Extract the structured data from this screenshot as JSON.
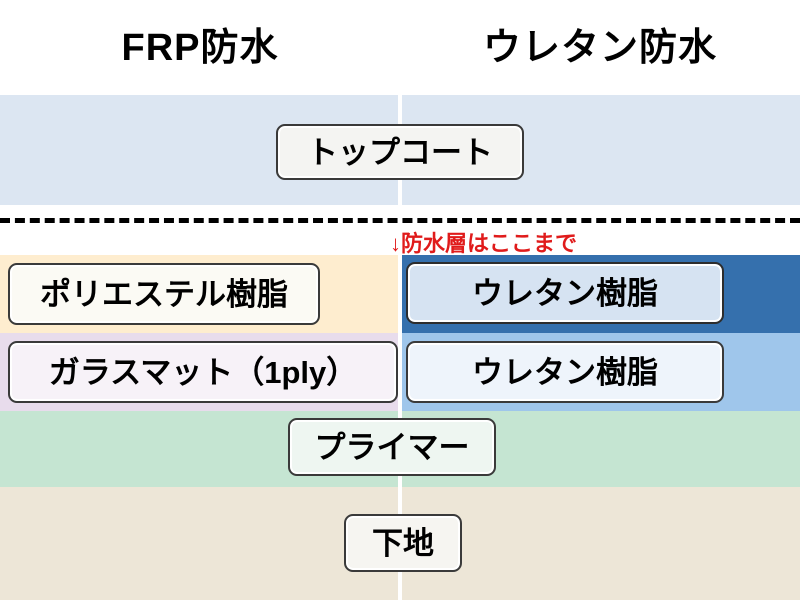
{
  "header": {
    "columns": [
      {
        "title": "FRP防水"
      },
      {
        "title": "ウレタン防水"
      }
    ]
  },
  "annotation": {
    "waterproof_boundary_note": "↓防水層はここまで",
    "note_color": "#e01b1b",
    "boundary_style": "dashed"
  },
  "layers": {
    "topcoat": {
      "label": "トップコート",
      "band_color": "#dce6f2",
      "span": "both"
    },
    "gap": {
      "band_color": "#ffffff",
      "span": "both"
    },
    "resin": {
      "left": {
        "label": "ポリエステル樹脂",
        "band_color": "#feedcf",
        "box_color": "#fbfaf4"
      },
      "right": {
        "label": "ウレタン樹脂",
        "band_color": "#3570ad",
        "box_color": "#d6e3f2"
      }
    },
    "mat": {
      "left": {
        "label": "ガラスマット（1ply）",
        "band_color": "#e8dcec",
        "box_color": "#f7f2f8"
      },
      "right": {
        "label": "ウレタン樹脂",
        "band_color": "#9fc6eb",
        "box_color": "#eef4fb"
      }
    },
    "primer": {
      "label": "プライマー",
      "band_color": "#c5e5d2",
      "span": "both"
    },
    "substrate": {
      "label": "下地",
      "band_color": "#ede6d7",
      "span": "both"
    }
  }
}
